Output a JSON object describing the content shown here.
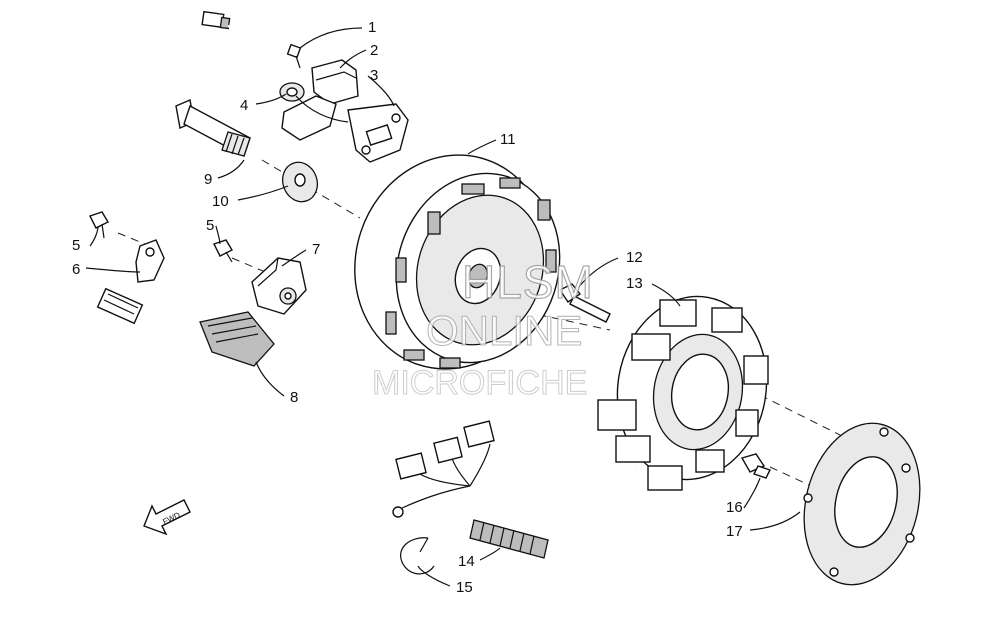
{
  "callouts": [
    {
      "id": "c1",
      "label": "1"
    },
    {
      "id": "c2",
      "label": "2"
    },
    {
      "id": "c3",
      "label": "3"
    },
    {
      "id": "c4",
      "label": "4"
    },
    {
      "id": "c5a",
      "label": "5"
    },
    {
      "id": "c5b",
      "label": "5"
    },
    {
      "id": "c6",
      "label": "6"
    },
    {
      "id": "c7",
      "label": "7"
    },
    {
      "id": "c8",
      "label": "8"
    },
    {
      "id": "c9",
      "label": "9"
    },
    {
      "id": "c10",
      "label": "10"
    },
    {
      "id": "c11",
      "label": "11"
    },
    {
      "id": "c12",
      "label": "12"
    },
    {
      "id": "c13",
      "label": "13"
    },
    {
      "id": "c14",
      "label": "14"
    },
    {
      "id": "c15",
      "label": "15"
    },
    {
      "id": "c16",
      "label": "16"
    },
    {
      "id": "c17",
      "label": "17"
    }
  ],
  "watermark": {
    "line1": "HLSM",
    "line2": "ONLINE",
    "line3": "MICROFICHE"
  },
  "direction": {
    "label": "FWD",
    "icon": "forward-arrow-icon"
  }
}
